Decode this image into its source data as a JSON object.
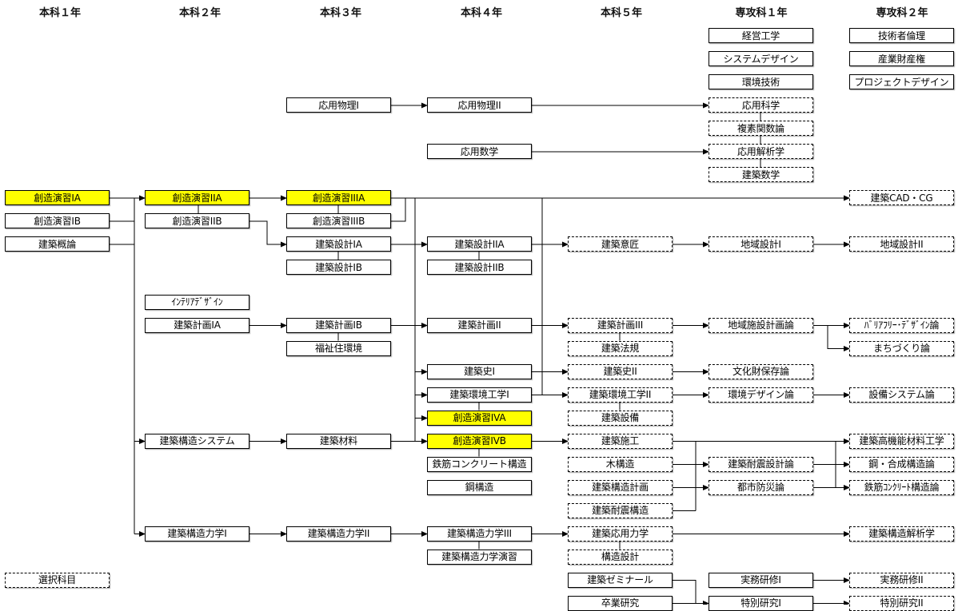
{
  "years": [
    "本科１年",
    "本科２年",
    "本科３年",
    "本科４年",
    "本科５年",
    "専攻科１年",
    "専攻科２年"
  ],
  "colors": {
    "highlight": "#ffff00",
    "line": "#000000",
    "box_border": "#000000"
  },
  "courses": [
    {
      "id": "c1_0",
      "col": 0,
      "row": 7,
      "label": "創造演習IA",
      "style": "req",
      "hl": true
    },
    {
      "id": "c1_1",
      "col": 0,
      "row": 8,
      "label": "創造演習IB",
      "style": "req",
      "hl": false
    },
    {
      "id": "c1_2",
      "col": 0,
      "row": 9,
      "label": "建築概論",
      "style": "req",
      "hl": false
    },
    {
      "id": "c1_3",
      "col": 0,
      "row": 23.5,
      "label": "選択科目",
      "style": "ele",
      "hl": false
    },
    {
      "id": "c2_0",
      "col": 1,
      "row": 7,
      "label": "創造演習IIA",
      "style": "req",
      "hl": true
    },
    {
      "id": "c2_1",
      "col": 1,
      "row": 8,
      "label": "創造演習IIB",
      "style": "req",
      "hl": false
    },
    {
      "id": "c2_2",
      "col": 1,
      "row": 11.5,
      "label": "ｲﾝﾃﾘｱﾃﾞｻﾞｲﾝ",
      "style": "req",
      "hl": false
    },
    {
      "id": "c2_3",
      "col": 1,
      "row": 12.5,
      "label": "建築計画IA",
      "style": "req",
      "hl": false
    },
    {
      "id": "c2_4",
      "col": 1,
      "row": 17.5,
      "label": "建築構造システム",
      "style": "req",
      "hl": false
    },
    {
      "id": "c2_5",
      "col": 1,
      "row": 21.5,
      "label": "建築構造力学I",
      "style": "req",
      "hl": false
    },
    {
      "id": "c3_0",
      "col": 2,
      "row": 3,
      "label": "応用物理I",
      "style": "req",
      "hl": false
    },
    {
      "id": "c3_1",
      "col": 2,
      "row": 7,
      "label": "創造演習IIIA",
      "style": "req",
      "hl": true
    },
    {
      "id": "c3_2",
      "col": 2,
      "row": 8,
      "label": "創造演習IIIB",
      "style": "req",
      "hl": false
    },
    {
      "id": "c3_3",
      "col": 2,
      "row": 9,
      "label": "建築設計IA",
      "style": "req",
      "hl": false
    },
    {
      "id": "c3_4",
      "col": 2,
      "row": 10,
      "label": "建築設計IB",
      "style": "req",
      "hl": false
    },
    {
      "id": "c3_5",
      "col": 2,
      "row": 12.5,
      "label": "建築計画IB",
      "style": "req",
      "hl": false
    },
    {
      "id": "c3_6",
      "col": 2,
      "row": 13.5,
      "label": "福祉住環境",
      "style": "req",
      "hl": false
    },
    {
      "id": "c3_7",
      "col": 2,
      "row": 17.5,
      "label": "建築材料",
      "style": "req",
      "hl": false
    },
    {
      "id": "c3_8",
      "col": 2,
      "row": 21.5,
      "label": "建築構造力学II",
      "style": "req",
      "hl": false
    },
    {
      "id": "c4_0",
      "col": 3,
      "row": 3,
      "label": "応用物理II",
      "style": "req",
      "hl": false
    },
    {
      "id": "c4_1",
      "col": 3,
      "row": 5,
      "label": "応用数学",
      "style": "req",
      "hl": false
    },
    {
      "id": "c4_2",
      "col": 3,
      "row": 9,
      "label": "建築設計IIA",
      "style": "req",
      "hl": false
    },
    {
      "id": "c4_3",
      "col": 3,
      "row": 10,
      "label": "建築設計IIB",
      "style": "req",
      "hl": false
    },
    {
      "id": "c4_4",
      "col": 3,
      "row": 12.5,
      "label": "建築計画II",
      "style": "req",
      "hl": false
    },
    {
      "id": "c4_5",
      "col": 3,
      "row": 14.5,
      "label": "建築史I",
      "style": "req",
      "hl": false
    },
    {
      "id": "c4_6",
      "col": 3,
      "row": 15.5,
      "label": "建築環境工学I",
      "style": "req",
      "hl": false
    },
    {
      "id": "c4_7",
      "col": 3,
      "row": 16.5,
      "label": "創造演習IVA",
      "style": "req",
      "hl": true
    },
    {
      "id": "c4_8",
      "col": 3,
      "row": 17.5,
      "label": "創造演習IVB",
      "style": "req",
      "hl": true
    },
    {
      "id": "c4_9",
      "col": 3,
      "row": 18.5,
      "label": "鉄筋コンクリート構造",
      "style": "req",
      "hl": false
    },
    {
      "id": "c4_10",
      "col": 3,
      "row": 19.5,
      "label": "鋼構造",
      "style": "req",
      "hl": false
    },
    {
      "id": "c4_11",
      "col": 3,
      "row": 21.5,
      "label": "建築構造力学III",
      "style": "req",
      "hl": false
    },
    {
      "id": "c4_12",
      "col": 3,
      "row": 22.5,
      "label": "建築構造力学演習",
      "style": "req",
      "hl": false
    },
    {
      "id": "c5_0",
      "col": 4,
      "row": 9,
      "label": "建築意匠",
      "style": "ele",
      "hl": false
    },
    {
      "id": "c5_1",
      "col": 4,
      "row": 12.5,
      "label": "建築計画III",
      "style": "ele",
      "hl": false
    },
    {
      "id": "c5_2",
      "col": 4,
      "row": 13.5,
      "label": "建築法規",
      "style": "ele",
      "hl": false
    },
    {
      "id": "c5_3",
      "col": 4,
      "row": 14.5,
      "label": "建築史II",
      "style": "ele",
      "hl": false
    },
    {
      "id": "c5_4",
      "col": 4,
      "row": 15.5,
      "label": "建築環境工学II",
      "style": "ele",
      "hl": false
    },
    {
      "id": "c5_5",
      "col": 4,
      "row": 16.5,
      "label": "建築設備",
      "style": "ele",
      "hl": false
    },
    {
      "id": "c5_6",
      "col": 4,
      "row": 17.5,
      "label": "建築施工",
      "style": "ele",
      "hl": false
    },
    {
      "id": "c5_7",
      "col": 4,
      "row": 18.5,
      "label": "木構造",
      "style": "ele",
      "hl": false
    },
    {
      "id": "c5_8",
      "col": 4,
      "row": 19.5,
      "label": "建築構造計画",
      "style": "ele",
      "hl": false
    },
    {
      "id": "c5_9",
      "col": 4,
      "row": 20.5,
      "label": "建築耐震構造",
      "style": "ele",
      "hl": false
    },
    {
      "id": "c5_10",
      "col": 4,
      "row": 21.5,
      "label": "建築応用力学",
      "style": "ele",
      "hl": false
    },
    {
      "id": "c5_11",
      "col": 4,
      "row": 22.5,
      "label": "構造設計",
      "style": "ele",
      "hl": false
    },
    {
      "id": "c5_12",
      "col": 4,
      "row": 23.5,
      "label": "建築ゼミナール",
      "style": "req",
      "hl": false
    },
    {
      "id": "c5_13",
      "col": 4,
      "row": 24.5,
      "label": "卒業研究",
      "style": "req",
      "hl": false
    },
    {
      "id": "s1_0",
      "col": 5,
      "row": 0,
      "label": "経営工学",
      "style": "req",
      "hl": false
    },
    {
      "id": "s1_1",
      "col": 5,
      "row": 1,
      "label": "システムデザイン",
      "style": "req",
      "hl": false
    },
    {
      "id": "s1_2",
      "col": 5,
      "row": 2,
      "label": "環境技術",
      "style": "req",
      "hl": false
    },
    {
      "id": "s1_3",
      "col": 5,
      "row": 3,
      "label": "応用科学",
      "style": "ele",
      "hl": false
    },
    {
      "id": "s1_4",
      "col": 5,
      "row": 4,
      "label": "複素関数論",
      "style": "ele",
      "hl": false
    },
    {
      "id": "s1_5",
      "col": 5,
      "row": 5,
      "label": "応用解析学",
      "style": "ele",
      "hl": false
    },
    {
      "id": "s1_6",
      "col": 5,
      "row": 6,
      "label": "建築数学",
      "style": "ele",
      "hl": false
    },
    {
      "id": "s1_7",
      "col": 5,
      "row": 9,
      "label": "地域設計I",
      "style": "ele",
      "hl": false
    },
    {
      "id": "s1_8",
      "col": 5,
      "row": 12.5,
      "label": "地域施設計画論",
      "style": "ele",
      "hl": false
    },
    {
      "id": "s1_9",
      "col": 5,
      "row": 14.5,
      "label": "文化財保存論",
      "style": "ele",
      "hl": false
    },
    {
      "id": "s1_10",
      "col": 5,
      "row": 15.5,
      "label": "環境デザイン論",
      "style": "ele",
      "hl": false
    },
    {
      "id": "s1_11",
      "col": 5,
      "row": 18.5,
      "label": "建築耐震設計論",
      "style": "ele",
      "hl": false
    },
    {
      "id": "s1_12",
      "col": 5,
      "row": 19.5,
      "label": "都市防災論",
      "style": "ele",
      "hl": false
    },
    {
      "id": "s1_13",
      "col": 5,
      "row": 23.5,
      "label": "実務研修I",
      "style": "req",
      "hl": false
    },
    {
      "id": "s1_14",
      "col": 5,
      "row": 24.5,
      "label": "特別研究I",
      "style": "req",
      "hl": false
    },
    {
      "id": "s2_0",
      "col": 6,
      "row": 0,
      "label": "技術者倫理",
      "style": "req",
      "hl": false
    },
    {
      "id": "s2_1",
      "col": 6,
      "row": 1,
      "label": "産業財産権",
      "style": "req",
      "hl": false
    },
    {
      "id": "s2_2",
      "col": 6,
      "row": 2,
      "label": "プロジェクトデザイン",
      "style": "req",
      "hl": false
    },
    {
      "id": "s2_3",
      "col": 6,
      "row": 7,
      "label": "建築CAD・CG",
      "style": "ele",
      "hl": false
    },
    {
      "id": "s2_4",
      "col": 6,
      "row": 9,
      "label": "地域設計II",
      "style": "ele",
      "hl": false
    },
    {
      "id": "s2_5",
      "col": 6,
      "row": 12.5,
      "label": "ﾊﾞﾘｱﾌﾘｰ･ﾃﾞｻﾞｲﾝ論",
      "style": "ele",
      "hl": false
    },
    {
      "id": "s2_6",
      "col": 6,
      "row": 13.5,
      "label": "まちづくり論",
      "style": "ele",
      "hl": false
    },
    {
      "id": "s2_7",
      "col": 6,
      "row": 15.5,
      "label": "設備システム論",
      "style": "ele",
      "hl": false
    },
    {
      "id": "s2_8",
      "col": 6,
      "row": 17.5,
      "label": "建築高機能材料工学",
      "style": "ele",
      "hl": false
    },
    {
      "id": "s2_9",
      "col": 6,
      "row": 18.5,
      "label": "鋼・合成構造論",
      "style": "ele",
      "hl": false
    },
    {
      "id": "s2_10",
      "col": 6,
      "row": 19.5,
      "label": "鉄筋ｺﾝｸﾘｰﾄ構造論",
      "style": "ele",
      "hl": false
    },
    {
      "id": "s2_11",
      "col": 6,
      "row": 21.5,
      "label": "建築構造解析学",
      "style": "ele",
      "hl": false
    },
    {
      "id": "s2_12",
      "col": 6,
      "row": 23.5,
      "label": "実務研修II",
      "style": "ele",
      "hl": false
    },
    {
      "id": "s2_13",
      "col": 6,
      "row": 24.5,
      "label": "特別研究II",
      "style": "ele",
      "hl": false
    }
  ]
}
